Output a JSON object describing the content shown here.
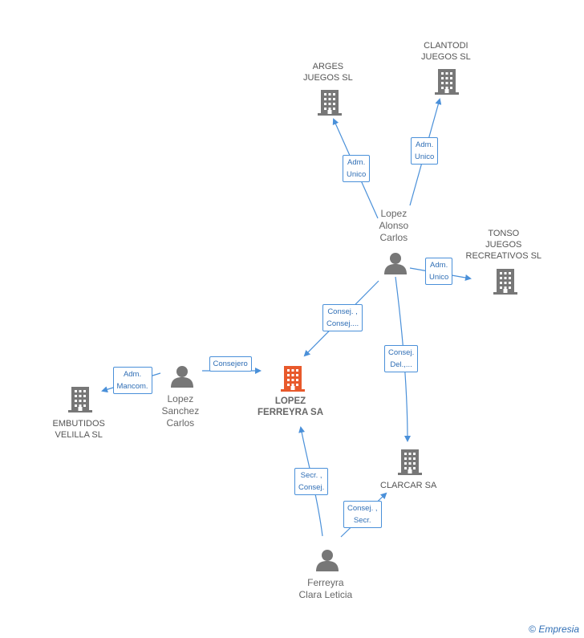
{
  "nodes": {
    "lopez_ferreyra": {
      "type": "company",
      "focus": true,
      "lines": [
        "LOPEZ",
        "FERREYRA SA"
      ],
      "color": "#e8592b"
    },
    "arges": {
      "type": "company",
      "lines": [
        "ARGES",
        "JUEGOS SL"
      ],
      "color": "#777777"
    },
    "clantodi": {
      "type": "company",
      "lines": [
        "CLANTODI",
        "JUEGOS SL"
      ],
      "color": "#777777"
    },
    "tonso": {
      "type": "company",
      "lines": [
        "TONSO",
        "JUEGOS",
        "RECREATIVOS SL"
      ],
      "color": "#777777"
    },
    "embutidos": {
      "type": "company",
      "lines": [
        "EMBUTIDOS",
        "VELILLA SL"
      ],
      "color": "#777777"
    },
    "clarcar": {
      "type": "company",
      "lines": [
        "CLARCAR SA"
      ],
      "color": "#777777"
    },
    "lopez_alonso": {
      "type": "person",
      "lines": [
        "Lopez",
        "Alonso",
        "Carlos"
      ],
      "color": "#777777"
    },
    "lopez_sanchez": {
      "type": "person",
      "lines": [
        "Lopez",
        "Sanchez",
        "Carlos"
      ],
      "color": "#777777"
    },
    "ferreyra": {
      "type": "person",
      "lines": [
        "Ferreyra",
        "Clara Leticia"
      ],
      "color": "#777777"
    }
  },
  "edges": [
    {
      "from": "lopez_alonso",
      "to": "arges",
      "lines": [
        "Adm.",
        "Unico"
      ]
    },
    {
      "from": "lopez_alonso",
      "to": "clantodi",
      "lines": [
        "Adm.",
        "Unico"
      ]
    },
    {
      "from": "lopez_alonso",
      "to": "tonso",
      "lines": [
        "Adm.",
        "Unico"
      ]
    },
    {
      "from": "lopez_alonso",
      "to": "lopez_ferreyra",
      "lines": [
        "Consej. ,",
        "Consej...."
      ]
    },
    {
      "from": "lopez_alonso",
      "to": "clarcar",
      "lines": [
        "Consej.",
        "Del.,..."
      ]
    },
    {
      "from": "lopez_sanchez",
      "to": "lopez_ferreyra",
      "lines": [
        "Consejero"
      ]
    },
    {
      "from": "lopez_sanchez",
      "to": "embutidos",
      "lines": [
        "Adm.",
        "Mancom."
      ]
    },
    {
      "from": "ferreyra",
      "to": "lopez_ferreyra",
      "lines": [
        "Secr. ,",
        "Consej."
      ]
    },
    {
      "from": "ferreyra",
      "to": "clarcar",
      "lines": [
        "Consej. ,",
        "Secr."
      ]
    }
  ],
  "edge_color": "#4a90d9",
  "footer": {
    "copyright": "©",
    "brand": "Empresia"
  }
}
